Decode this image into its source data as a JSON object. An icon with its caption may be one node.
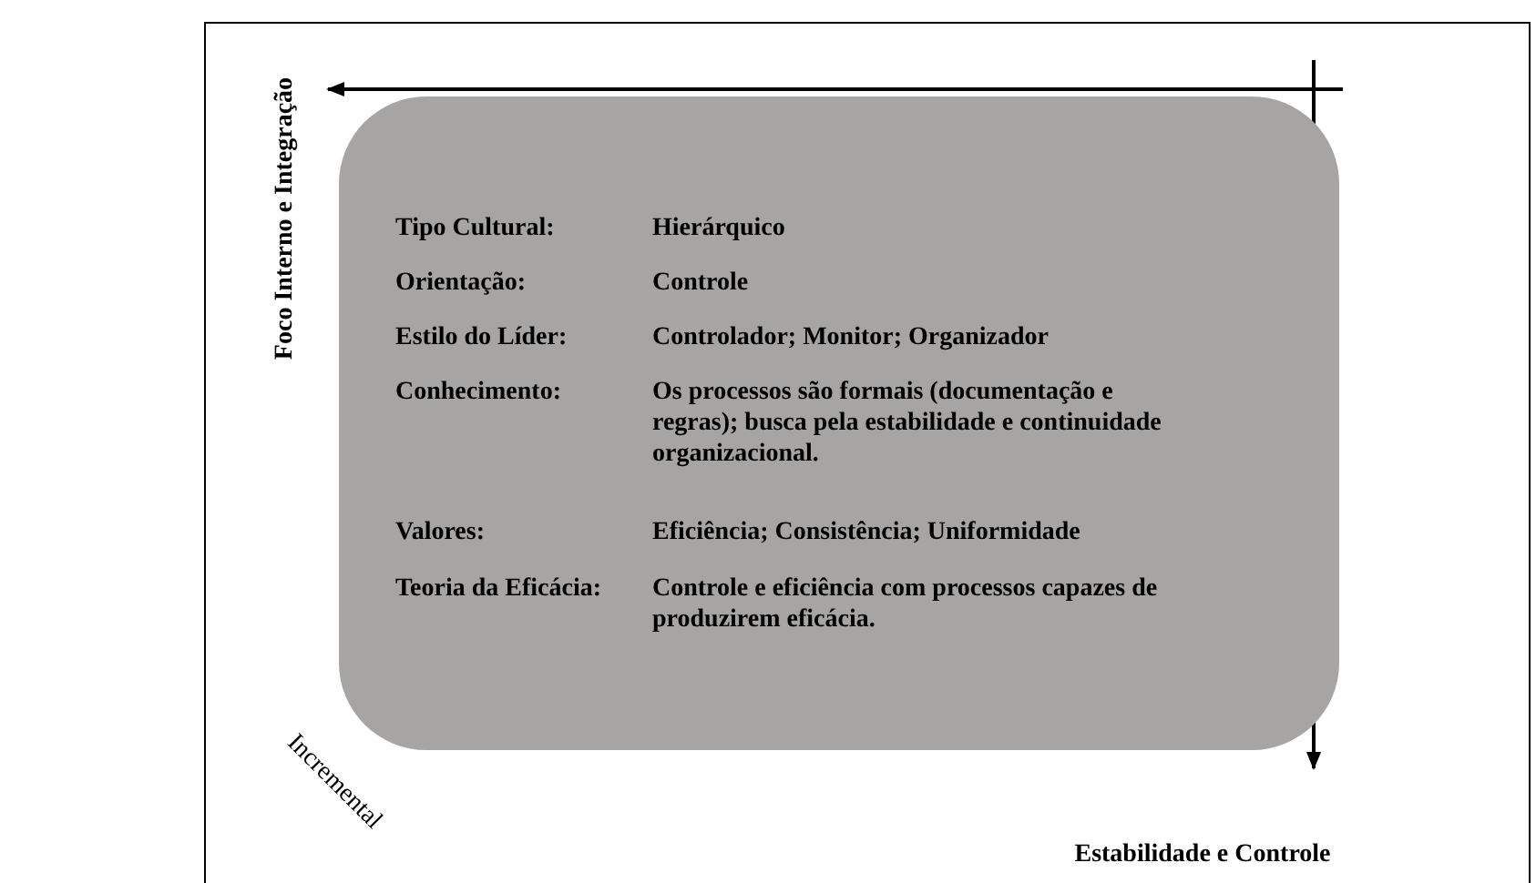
{
  "diagram": {
    "nodes": [
      {
        "text": [
          "Tipo Cultural:",
          "Hierárquico",
          "Orientação:",
          "Controle",
          "Estilo do Líder:",
          "Controlador; Monitor; Organizador",
          "Conhecimento:",
          "Os processos são formais (documentação e regras); busca pela estabilidade e continuidade organizacional.",
          "Valores:",
          "Eficiência; Consistência; Uniformidade",
          "Teoria da Eficácia:",
          "Controle e eficiência com processos capazes de produzirem eficácia."
        ]
      }
    ],
    "edges": [],
    "labels": [
      "Foco Interno e Integração",
      "Incremental",
      "Estabilidade e Controle"
    ]
  }
}
